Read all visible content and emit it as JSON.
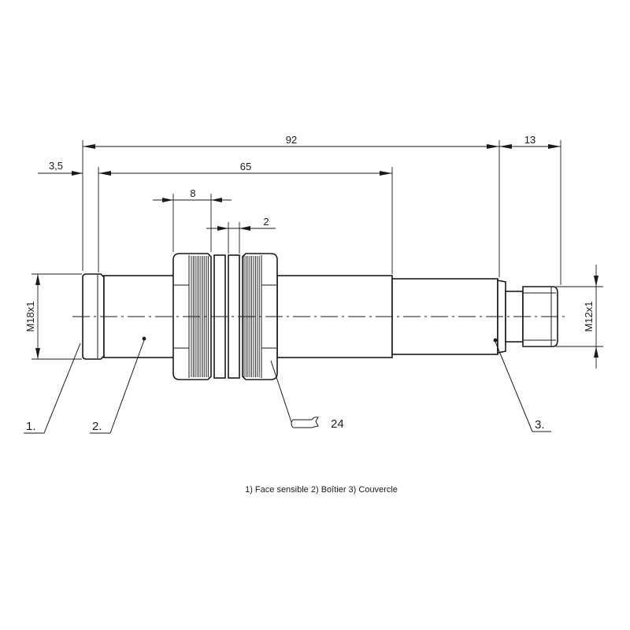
{
  "dimensions": {
    "overall_length": "92",
    "connector_length": "13",
    "lip": "3,5",
    "thread_length": "65",
    "nut_width": "8",
    "washer_width": "2",
    "body_thread": "M18x1",
    "connector_thread": "M12x1",
    "wrench_size": "24"
  },
  "callouts": [
    "1.",
    "2.",
    "3."
  ],
  "caption": "1) Face sensible  2) Boîtier  3) Couvercle"
}
